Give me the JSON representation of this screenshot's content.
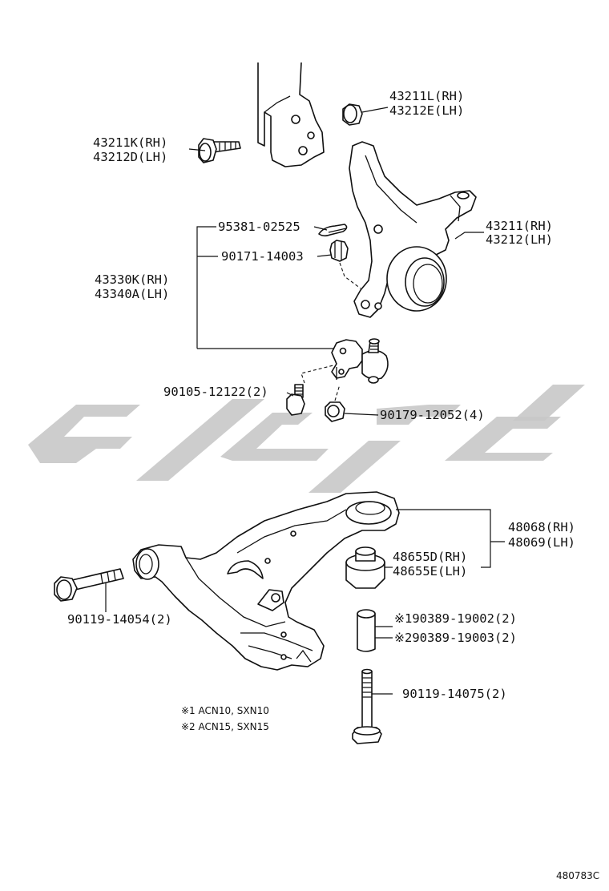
{
  "labels": {
    "nut_top_rh": "43211L(RH)",
    "nut_top_lh": "43212E(LH)",
    "bolt_top_rh": "43211K(RH)",
    "bolt_top_lh": "43212D(LH)",
    "cotter_pin": "95381-02525",
    "castle_nut": "90171-14003",
    "knuckle_rh": "43211(RH)",
    "knuckle_lh": "43212(LH)",
    "ball_joint_rh": "43330K(RH)",
    "ball_joint_lh": "43340A(LH)",
    "ball_bolt": "90105-12122(2)",
    "ball_nut": "90179-12052(4)",
    "arm_rh": "48068(RH)",
    "arm_lh": "48069(LH)",
    "bush_rh": "48655D(RH)",
    "bush_lh": "48655E(LH)",
    "front_bolt": "90119-14054(2)",
    "collar_1": "※190389-19002(2)",
    "collar_2": "※290389-19003(2)",
    "rear_bolt": "90119-14075(2)"
  },
  "notes": {
    "note_1": "※1 ACN10, SXN10",
    "note_2": "※2 ACN15, SXN15"
  },
  "figure_id": "480783C"
}
